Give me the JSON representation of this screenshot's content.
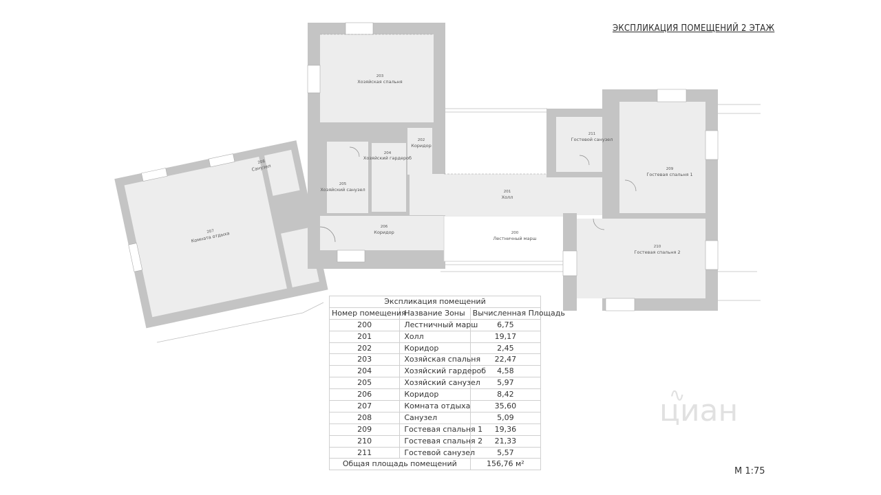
{
  "title": "ЭКСПЛИКАЦИЯ ПОМЕЩЕНИЙ 2 ЭТАЖ",
  "scale": "М 1:75",
  "watermark": "циан",
  "colors": {
    "wall": "#c4c4c4",
    "room_fill": "#ededed",
    "window_fill": "#ffffff",
    "line": "#9a9a9a",
    "table_border": "#cfcfcf"
  },
  "rooms": [
    {
      "num": "200",
      "name": "Лестничный марш"
    },
    {
      "num": "201",
      "name": "Холл"
    },
    {
      "num": "202",
      "name": "Коридор"
    },
    {
      "num": "203",
      "name": "Хозяйская спальня"
    },
    {
      "num": "204",
      "name": "Хозяйский гардероб"
    },
    {
      "num": "205",
      "name": "Хозяйский санузел"
    },
    {
      "num": "206",
      "name": "Коридор"
    },
    {
      "num": "207",
      "name": "Комната отдыха"
    },
    {
      "num": "208",
      "name": "Санузел"
    },
    {
      "num": "209",
      "name": "Гостевая спальня 1"
    },
    {
      "num": "210",
      "name": "Гостевая спальня 2"
    },
    {
      "num": "211",
      "name": "Гостевой санузел"
    }
  ],
  "table": {
    "caption": "Экспликация помещений",
    "headers": [
      "Номер помещения",
      "Название Зоны",
      "Вычисленная Площадь"
    ],
    "rows": [
      {
        "num": "200",
        "name": "Лестничный марш",
        "area": "6,75"
      },
      {
        "num": "201",
        "name": "Холл",
        "area": "19,17"
      },
      {
        "num": "202",
        "name": "Коридор",
        "area": "2,45"
      },
      {
        "num": "203",
        "name": "Хозяйская спальня",
        "area": "22,47"
      },
      {
        "num": "204",
        "name": "Хозяйский гардероб",
        "area": "4,58"
      },
      {
        "num": "205",
        "name": "Хозяйский санузел",
        "area": "5,97"
      },
      {
        "num": "206",
        "name": "Коридор",
        "area": "8,42"
      },
      {
        "num": "207",
        "name": "Комната отдыха",
        "area": "35,60"
      },
      {
        "num": "208",
        "name": "Санузел",
        "area": "5,09"
      },
      {
        "num": "209",
        "name": "Гостевая спальня 1",
        "area": "19,36"
      },
      {
        "num": "210",
        "name": "Гостевая спальня 2",
        "area": "21,33"
      },
      {
        "num": "211",
        "name": "Гостевой санузел",
        "area": "5,57"
      }
    ],
    "total_label": "Общая площадь помещений",
    "total_area": "156,76 м²"
  }
}
